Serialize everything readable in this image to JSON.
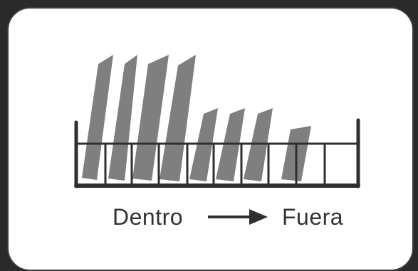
{
  "caption": {
    "from_label": "Dentro",
    "to_label": "Fuera",
    "arrow_icon": "right-arrow-icon"
  },
  "colors": {
    "plate": "#7f7f7f",
    "rack": "#2f2f2f",
    "card_border": "#3a3a3a",
    "background": "#2a2a2a"
  },
  "rack": {
    "slot_count": 10,
    "plate_count": 8
  }
}
